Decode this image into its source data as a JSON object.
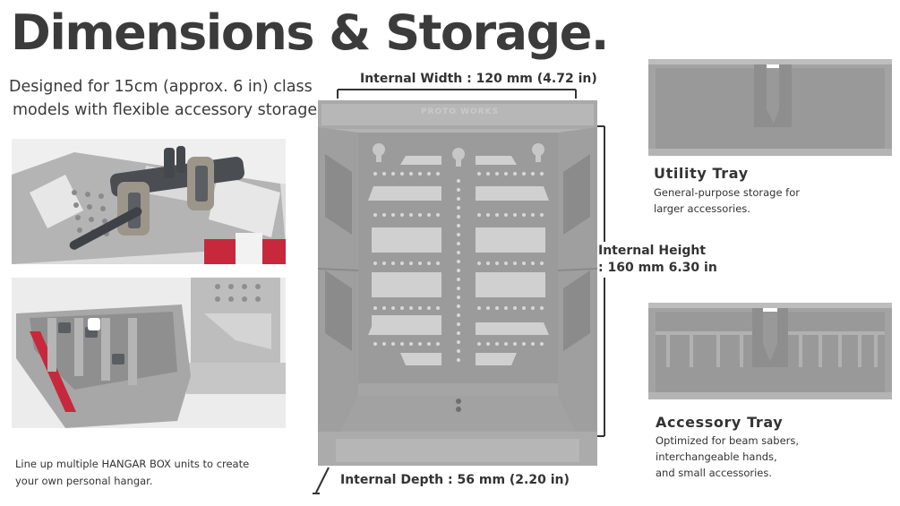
{
  "header": {
    "title": "Dimensions & Storage.",
    "subtitle_line1": "Designed for 15cm (approx. 6 in) class",
    "subtitle_line2": "models with flexible accessory storage."
  },
  "photos": {
    "hand_rack_alt": "Hand rack with mounted robot hands",
    "drawer_alt": "Pull-out accessory drawer"
  },
  "caption": {
    "line1": "Line up multiple HANGAR BOX units to create",
    "line2": "your own personal hangar."
  },
  "box": {
    "brand_emboss": "PROTO WORKS",
    "internal_width": "Internal Width : 120 mm (4.72 in)",
    "internal_height_line1": "Internal Height",
    "internal_height_line2": ": 160 mm 6.30 in",
    "internal_depth": "Internal Depth : 56 mm (2.20 in)"
  },
  "utility_tray": {
    "title": "Utility Tray",
    "desc_line1": "General-purpose storage for",
    "desc_line2": "larger accessories."
  },
  "accessory_tray": {
    "title": "Accessory Tray",
    "desc_line1": "Optimized for beam sabers,",
    "desc_line2": "interchangeable hands,",
    "desc_line3": "and small accessories."
  },
  "colors": {
    "plastic_gray": "#a9a9a9",
    "text_dark": "#3b3b3b",
    "accent_red": "#c8283c"
  }
}
